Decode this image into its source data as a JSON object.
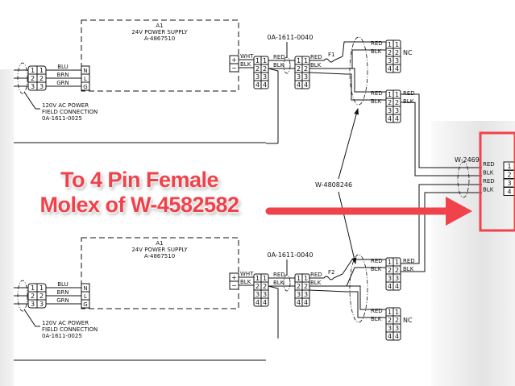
{
  "diagram": {
    "power_supply": {
      "ref": "A1",
      "name": "24V POWER SUPPLY",
      "part": "A-4867510",
      "ac_terminals": [
        "N",
        "L",
        "G"
      ],
      "dc_terminals": [
        "+",
        "−"
      ]
    },
    "ac_wires": [
      "BLU",
      "BRN",
      "GRN"
    ],
    "ac_pins": [
      "1",
      "2",
      "3"
    ],
    "ac_note": [
      "120V AC POWER",
      "FIELD CONNECTION",
      "0A-1611-0025"
    ],
    "dc_wires": [
      "WHT",
      "BLK"
    ],
    "harness_label": "0A-1611-0040",
    "harness_wires": [
      "RED",
      "BLK"
    ],
    "connector_pins": [
      "1",
      "2",
      "3",
      "4"
    ],
    "fuses": [
      "F1",
      "F2"
    ],
    "nc_label": "NC",
    "cable_label": "W-4808246",
    "output_cable_label": "W-2469",
    "output_wires": [
      "RED",
      "BLK",
      "RED",
      "BLK"
    ]
  },
  "annotation": {
    "line1": "To 4 Pin Female",
    "line2": "Molex of W-4582582",
    "color": "#f0424a"
  }
}
